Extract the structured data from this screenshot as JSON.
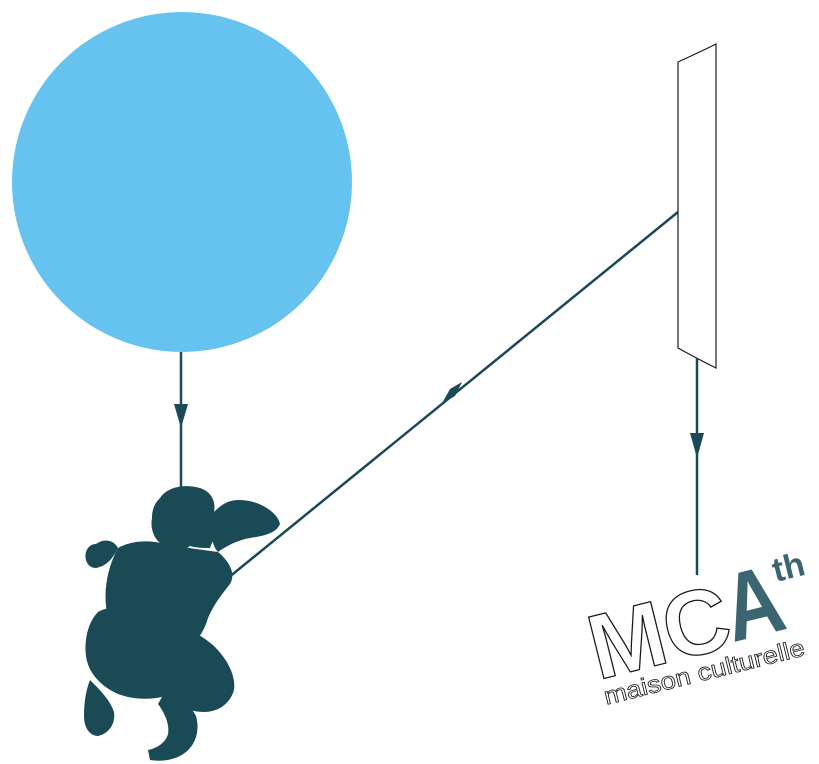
{
  "colors": {
    "circle_fill": "#66c3ef",
    "dark_teal": "#1a4a56",
    "outline": "#1a1a1a",
    "background": "#ffffff"
  },
  "icons": {
    "source": "sun-circle-icon",
    "screen": "projection-screen-icon",
    "person": "crouching-person-silhouette-icon"
  },
  "logo": {
    "letters_outline": "MC",
    "letter_fill": "A",
    "superscript": "th",
    "tagline": "maison culturelle"
  }
}
